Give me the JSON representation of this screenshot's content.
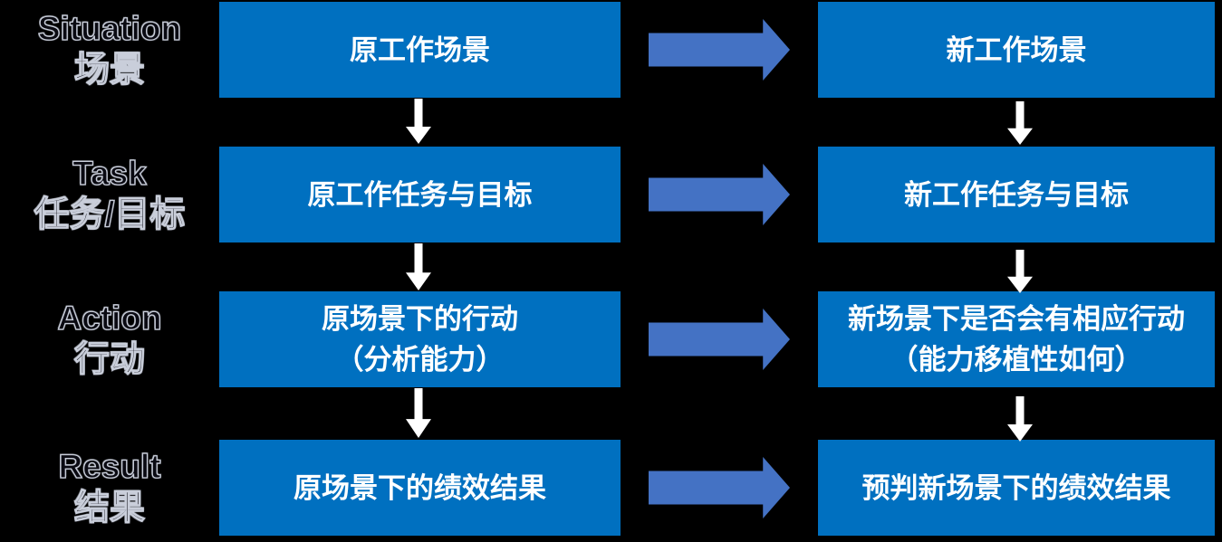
{
  "colors": {
    "bg": "#000000",
    "box-blue": "#0070C0",
    "arrow-blue": "#4472C4",
    "box-text": "#FFFFFF",
    "label-fill": "#0A0A12",
    "label-outline": "#C9CEDA",
    "v-arrow": "#FFFFFF"
  },
  "rows": [
    {
      "label_en": "Situation",
      "label_zh": "场景",
      "old_line1": "原工作场景",
      "old_line2": "",
      "new_line1": "新工作场景",
      "new_line2": ""
    },
    {
      "label_en": "Task",
      "label_zh": "任务/目标",
      "old_line1": "原工作任务与目标",
      "old_line2": "",
      "new_line1": "新工作任务与目标",
      "new_line2": ""
    },
    {
      "label_en": "Action",
      "label_zh": "行动",
      "old_line1": "原场景下的行动",
      "old_line2": "（分析能力）",
      "new_line1": "新场景下是否会有相应行动",
      "new_line2": "（能力移植性如何）"
    },
    {
      "label_en": "Result",
      "label_zh": "结果",
      "old_line1": "原场景下的绩效结果",
      "old_line2": "",
      "new_line1": "预判新场景下的绩效结果",
      "new_line2": ""
    }
  ]
}
